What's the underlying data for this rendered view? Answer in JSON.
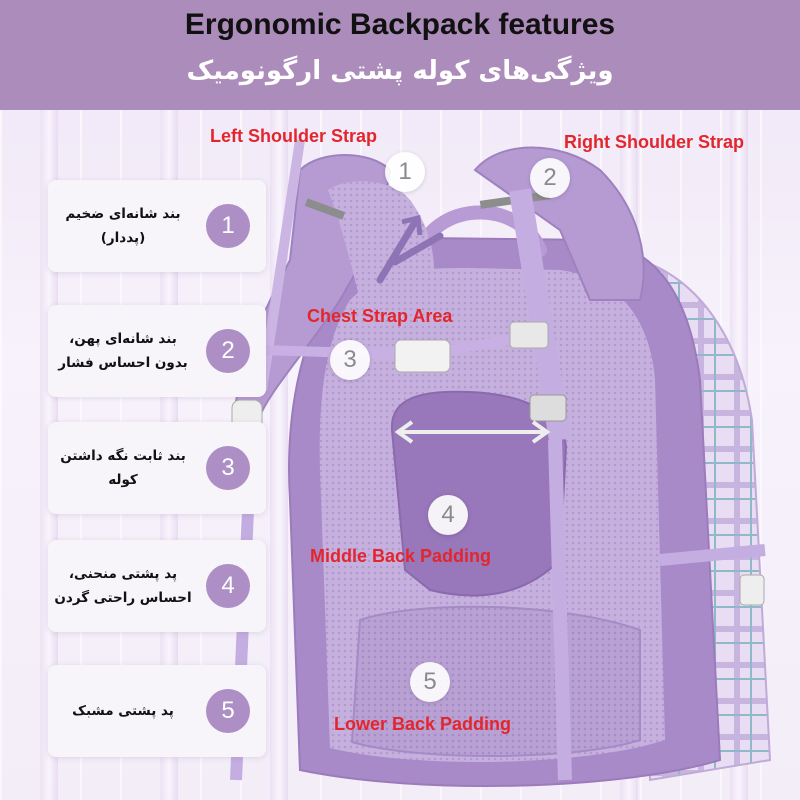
{
  "header": {
    "title_en": "Ergonomic Backpack  features",
    "title_fa": "ویژگی‌های کوله پشتی ارگونومیک"
  },
  "features": [
    {
      "number": "1",
      "text": "بند شانه‌ای ضخیم (پددار)"
    },
    {
      "number": "2",
      "text": "بند شانه‌ای پهن، بدون احساس فشار"
    },
    {
      "number": "3",
      "text": "بند ثابت نگه داشتن کوله"
    },
    {
      "number": "4",
      "text": "پد پشتی منحنی، احساس راحتی گردن"
    },
    {
      "number": "5",
      "text": "پد پشتی مشبک"
    }
  ],
  "callouts": {
    "left_shoulder_strap": {
      "label": "Left Shoulder Strap",
      "number": "1"
    },
    "right_shoulder_strap": {
      "label": "Right Shoulder Strap",
      "number": "2"
    },
    "chest_strap_area": {
      "label": "Chest Strap Area",
      "number": "3"
    },
    "middle_back_padding": {
      "label": "Middle Back Padding",
      "number": "4"
    },
    "lower_back_padding": {
      "label": "Lower Back Padding",
      "number": "5"
    }
  },
  "colors": {
    "header_bg": "#ac8cba",
    "label_red": "#e3262d",
    "badge_purple": "#ad8fc6",
    "backpack_purple": "#a98ac8",
    "mesh_purple": "#c6b1de"
  }
}
